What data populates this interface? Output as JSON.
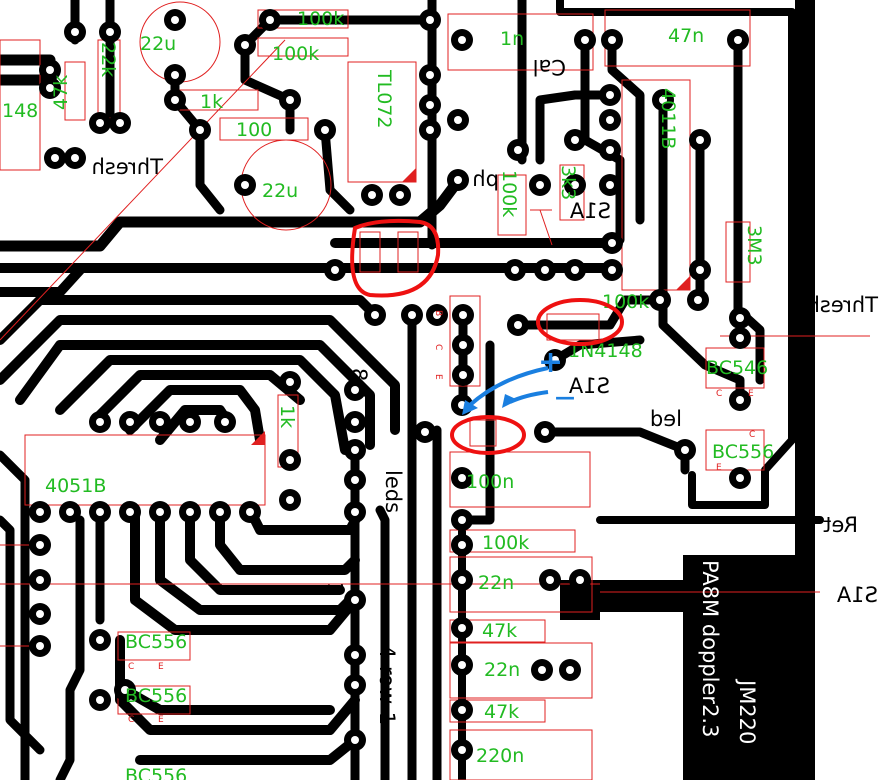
{
  "colors": {
    "background": "#ffffff",
    "copper": "#000000",
    "silkscreen": "#e02020",
    "labels": "#22bb22",
    "annotation_red": "#ee1111",
    "annotation_blue": "#1a7fe0"
  },
  "components": [
    {
      "label": "22u"
    },
    {
      "label": "100k"
    },
    {
      "label": "100k"
    },
    {
      "label": "22k"
    },
    {
      "label": "47k"
    },
    {
      "label": "1k"
    },
    {
      "label": "100"
    },
    {
      "label": "22u"
    },
    {
      "label": "TL072"
    },
    {
      "label": "1n"
    },
    {
      "label": "47n"
    },
    {
      "label": "4011B"
    },
    {
      "label": "100k"
    },
    {
      "label": "3k3"
    },
    {
      "label": "3M3"
    },
    {
      "label": "100k"
    },
    {
      "label": "1N4148"
    },
    {
      "label": "BC546"
    },
    {
      "label": "BC556"
    },
    {
      "label": "1k"
    },
    {
      "label": "4051B"
    },
    {
      "label": "100n"
    },
    {
      "label": "100k"
    },
    {
      "label": "22n"
    },
    {
      "label": "47k"
    },
    {
      "label": "22n"
    },
    {
      "label": "47k"
    },
    {
      "label": "220n"
    },
    {
      "label": "BC556"
    },
    {
      "label": "BC556"
    },
    {
      "label": "BC556"
    },
    {
      "label": "148"
    }
  ],
  "copper_text": [
    {
      "text": "Thresh"
    },
    {
      "text": "Cal"
    },
    {
      "text": "ph"
    },
    {
      "text": "S1A"
    },
    {
      "text": "led"
    },
    {
      "text": "leds"
    },
    {
      "text": "8"
    },
    {
      "text": "1"
    },
    {
      "text": "4-row-1"
    },
    {
      "text": "PA8M doppler2.3"
    },
    {
      "text": "JM220"
    }
  ],
  "outside_labels": [
    {
      "text": "Thresh"
    },
    {
      "text": "Ret"
    },
    {
      "text": "S1A"
    }
  ],
  "pin_letters": [
    {
      "text": "B"
    },
    {
      "text": "C"
    },
    {
      "text": "E"
    },
    {
      "text": "C"
    },
    {
      "text": "E"
    },
    {
      "text": "C"
    },
    {
      "text": "E"
    },
    {
      "text": "C"
    },
    {
      "text": "E"
    },
    {
      "text": "C"
    },
    {
      "text": "E"
    }
  ],
  "annotations": {
    "plus": "+",
    "minus": "—"
  }
}
